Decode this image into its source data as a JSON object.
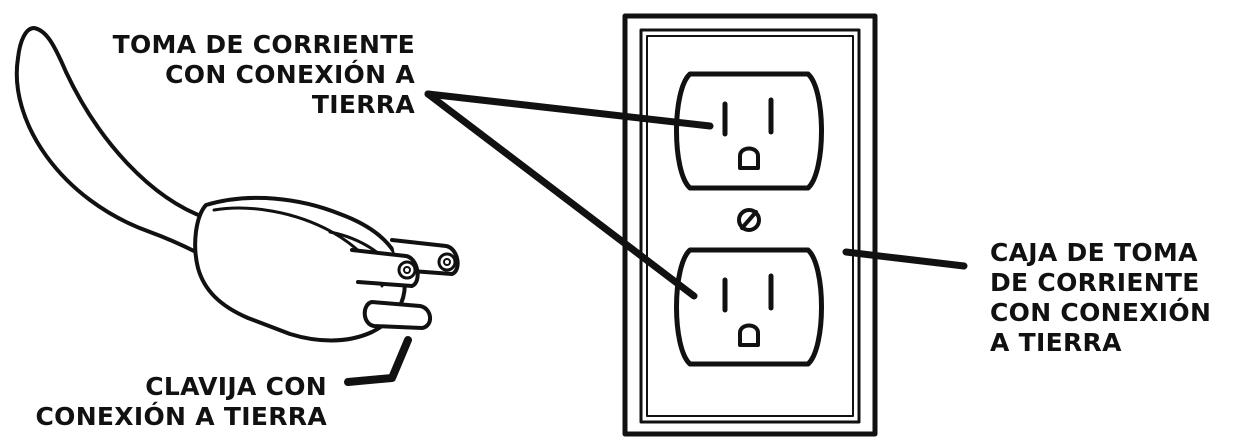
{
  "labels": {
    "receptacle": [
      "TOMA DE CORRIENTE",
      "CON CONEXIÓN A",
      "TIERRA"
    ],
    "plug": [
      "CLAVIJA CON",
      "CONEXIÓN A TIERRA"
    ],
    "box": [
      "CAJA DE TOMA",
      "DE CORRIENTE",
      "CON CONEXIÓN",
      "A TIERRA"
    ]
  },
  "colors": {
    "ink": "#111111",
    "background": "#ffffff"
  }
}
